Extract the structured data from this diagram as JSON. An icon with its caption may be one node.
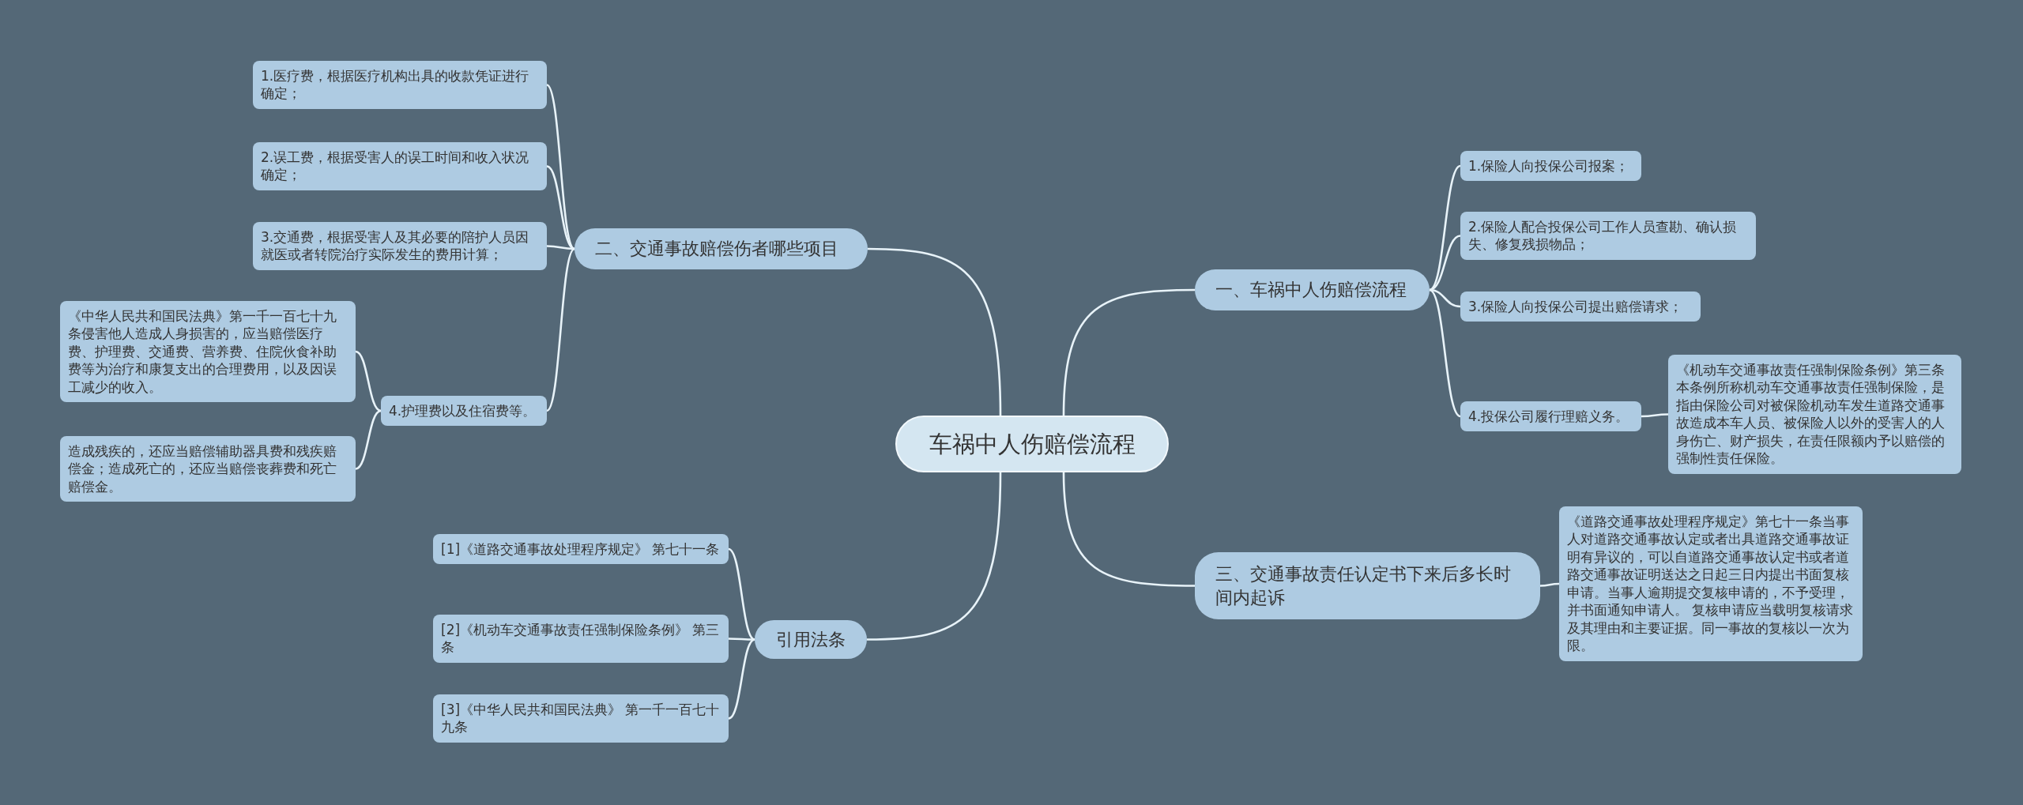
{
  "diagram": {
    "nodes": [
      {
        "text": [
          "车祸中人伤赔偿流程"
        ]
      },
      {
        "text": [
          "一、车祸中人伤赔偿流程"
        ]
      },
      {
        "text": [
          "1.保险人向投保公司报案；"
        ]
      },
      {
        "text": [
          "2.保险人配合投保公司工作人员查勘、确认损失、修复残损物品；"
        ]
      },
      {
        "text": [
          "3.保险人向投保公司提出赔偿请求；"
        ]
      },
      {
        "text": [
          "4.投保公司履行理赔义务。"
        ]
      },
      {
        "text": [
          "《机动车交通事故责任强制保险条例》第三条本条例所称机动车交通事故责任强制保险，是指由保险公司对被保险机动车发生道路交通事故造成本车人员、被保险人以外的受害人的人身伤亡、财产损失，在责任限额内予以赔偿的强制性责任保险。"
        ]
      },
      {
        "text": [
          "二、交通事故赔偿伤者哪些项目"
        ]
      },
      {
        "text": [
          "1.医疗费，根据医疗机构出具的收款凭证进行确定；"
        ]
      },
      {
        "text": [
          "2.误工费，根据受害人的误工时间和收入状况确定；"
        ]
      },
      {
        "text": [
          "3.交通费，根据受害人及其必要的陪护人员因就医或者转院治疗实际发生的费用计算；"
        ]
      },
      {
        "text": [
          "4.护理费以及住宿费等。"
        ]
      },
      {
        "text": [
          "《中华人民共和国民法典》第一千一百七十九条侵害他人造成人身损害的，应当赔偿医疗费、护理费、交通费、营养费、住院伙食补助费等为治疗和康复支出的合理费用，以及因误工减少的收入。"
        ]
      },
      {
        "text": [
          "造成残疾的，还应当赔偿辅助器具费和残疾赔偿金；造成死亡的，还应当赔偿丧葬费和死亡赔偿金。"
        ]
      },
      {
        "text": [
          "三、交通事故责任认定书下来后多长时间内起诉"
        ]
      },
      {
        "text": [
          "《道路交通事故处理程序规定》第七十一条当事人对道路交通事故认定或者出具道路交通事故证明有异议的，可以自道路交通事故认定书或者道路交通事故证明送达之日起三日内提出书面复核申请。当事人逾期提交复核申请的，不予受理，并书面通知申请人。 复核申请应当载明复核请求及其理由和主要证据。同一事故的复核以一次为限。"
        ]
      },
      {
        "text": [
          "引用法条"
        ]
      },
      {
        "text": [
          "[1]《道路交通事故处理程序规定》 第七十一条"
        ]
      },
      {
        "text": [
          "[2]《机动车交通事故责任强制保险条例》 第三条"
        ]
      },
      {
        "text": [
          "[3]《中华人民共和国民法典》 第一千一百七十九条"
        ]
      }
    ],
    "edges": [
      {
        "from": 0,
        "to": 1,
        "arrow": "none"
      },
      {
        "from": 1,
        "to": 2,
        "arrow": "none"
      },
      {
        "from": 1,
        "to": 3,
        "arrow": "none"
      },
      {
        "from": 1,
        "to": 4,
        "arrow": "none"
      },
      {
        "from": 1,
        "to": 5,
        "arrow": "none"
      },
      {
        "from": 5,
        "to": 6,
        "arrow": "none"
      },
      {
        "from": 0,
        "to": 7,
        "arrow": "none"
      },
      {
        "from": 7,
        "to": 8,
        "arrow": "none"
      },
      {
        "from": 7,
        "to": 9,
        "arrow": "none"
      },
      {
        "from": 7,
        "to": 10,
        "arrow": "none"
      },
      {
        "from": 7,
        "to": 11,
        "arrow": "none"
      },
      {
        "from": 11,
        "to": 12,
        "arrow": "none"
      },
      {
        "from": 11,
        "to": 13,
        "arrow": "none"
      },
      {
        "from": 0,
        "to": 14,
        "arrow": "none"
      },
      {
        "from": 14,
        "to": 15,
        "arrow": "none"
      },
      {
        "from": 0,
        "to": 16,
        "arrow": "none"
      },
      {
        "from": 16,
        "to": 17,
        "arrow": "none"
      },
      {
        "from": 16,
        "to": 18,
        "arrow": "none"
      },
      {
        "from": 16,
        "to": 19,
        "arrow": "none"
      }
    ]
  }
}
